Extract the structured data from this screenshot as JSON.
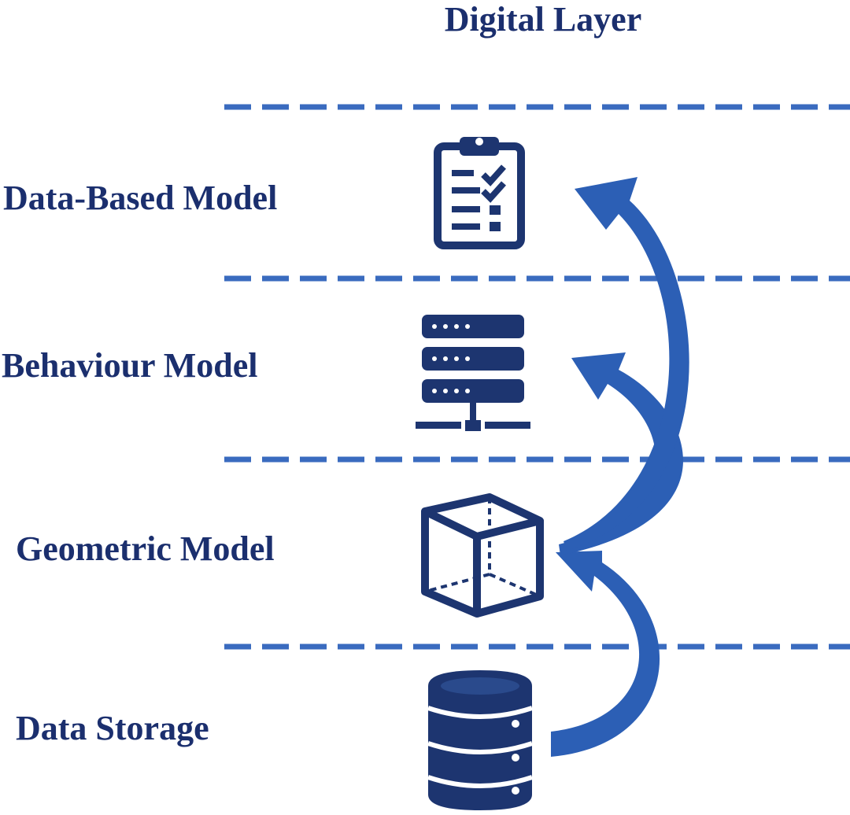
{
  "diagram": {
    "title": "Digital Layer",
    "layers": [
      {
        "label": "Data-Based Model",
        "icon": "clipboard-checklist-icon"
      },
      {
        "label": "Behaviour Model",
        "icon": "server-rack-icon"
      },
      {
        "label": "Geometric Model",
        "icon": "cube-icon"
      },
      {
        "label": "Data Storage",
        "icon": "database-icon"
      }
    ],
    "colors": {
      "text": "#1b2f6e",
      "icon": "#1d3570",
      "divider": "#3a6bbf",
      "arrow": "#2c5fb5"
    }
  }
}
